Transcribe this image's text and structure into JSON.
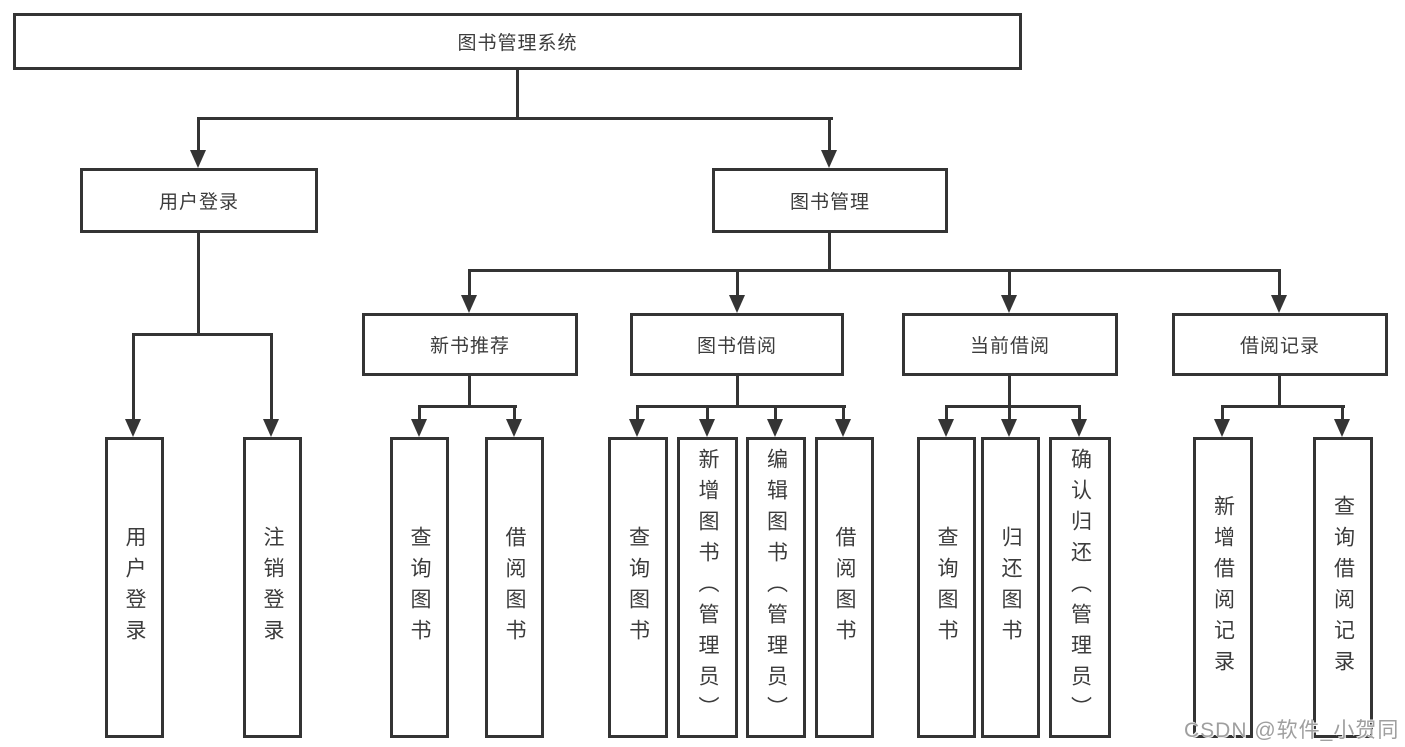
{
  "root": {
    "label": "图书管理系统"
  },
  "user_login": {
    "label": "用户登录",
    "children": [
      {
        "label": "用户登录"
      },
      {
        "label": "注销登录"
      }
    ]
  },
  "book_mgmt": {
    "label": "图书管理",
    "sections": [
      {
        "label": "新书推荐",
        "children": [
          {
            "label": "查询图书"
          },
          {
            "label": "借阅图书"
          }
        ]
      },
      {
        "label": "图书借阅",
        "children": [
          {
            "label": "查询图书"
          },
          {
            "label": "新增图书（管理员）"
          },
          {
            "label": "编辑图书（管理员）"
          },
          {
            "label": "借阅图书"
          }
        ]
      },
      {
        "label": "当前借阅",
        "children": [
          {
            "label": "查询图书"
          },
          {
            "label": "归还图书"
          },
          {
            "label": "确认归还（管理员）"
          }
        ]
      },
      {
        "label": "借阅记录",
        "children": [
          {
            "label": "新增借阅记录"
          },
          {
            "label": "查询借阅记录"
          }
        ]
      }
    ]
  },
  "watermark": "CSDN @软件_小贺同学",
  "colors": {
    "line": "#343434",
    "text": "#3c3c3c",
    "watermark": "#9f9f9f",
    "background": "#ffffff"
  }
}
